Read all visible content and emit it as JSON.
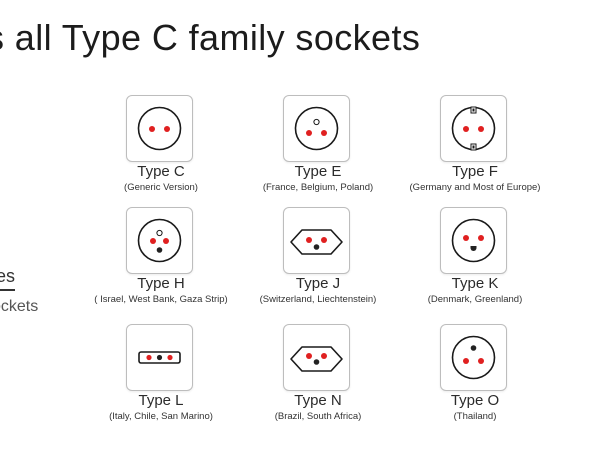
{
  "headline": "s all Type C family sockets",
  "side": {
    "line1": "es",
    "line2": "ockets"
  },
  "sockets": [
    {
      "name": "Type C",
      "desc": "(Generic Version)",
      "icon": "type-c-socket-icon"
    },
    {
      "name": "Type E",
      "desc": "(France, Belgium, Poland)",
      "icon": "type-e-socket-icon"
    },
    {
      "name": "Type F",
      "desc": "(Germany and Most of Europe)",
      "icon": "type-f-socket-icon"
    },
    {
      "name": "Type H",
      "desc": "( Israel, West Bank, Gaza Strip)",
      "icon": "type-h-socket-icon"
    },
    {
      "name": "Type J",
      "desc": "(Switzerland, Liechtenstein)",
      "icon": "type-j-socket-icon"
    },
    {
      "name": "Type K",
      "desc": "(Denmark, Greenland)",
      "icon": "type-k-socket-icon"
    },
    {
      "name": "Type L",
      "desc": "(Italy, Chile, San Marino)",
      "icon": "type-l-socket-icon"
    },
    {
      "name": "Type N",
      "desc": "(Brazil, South Africa)",
      "icon": "type-n-socket-icon"
    },
    {
      "name": "Type O",
      "desc": "(Thailand)",
      "icon": "type-o-socket-icon"
    }
  ],
  "colors": {
    "pin": "#e02020",
    "ground": "#222222",
    "outline": "#1a1a1a",
    "tile_border": "#bdbdbd"
  }
}
